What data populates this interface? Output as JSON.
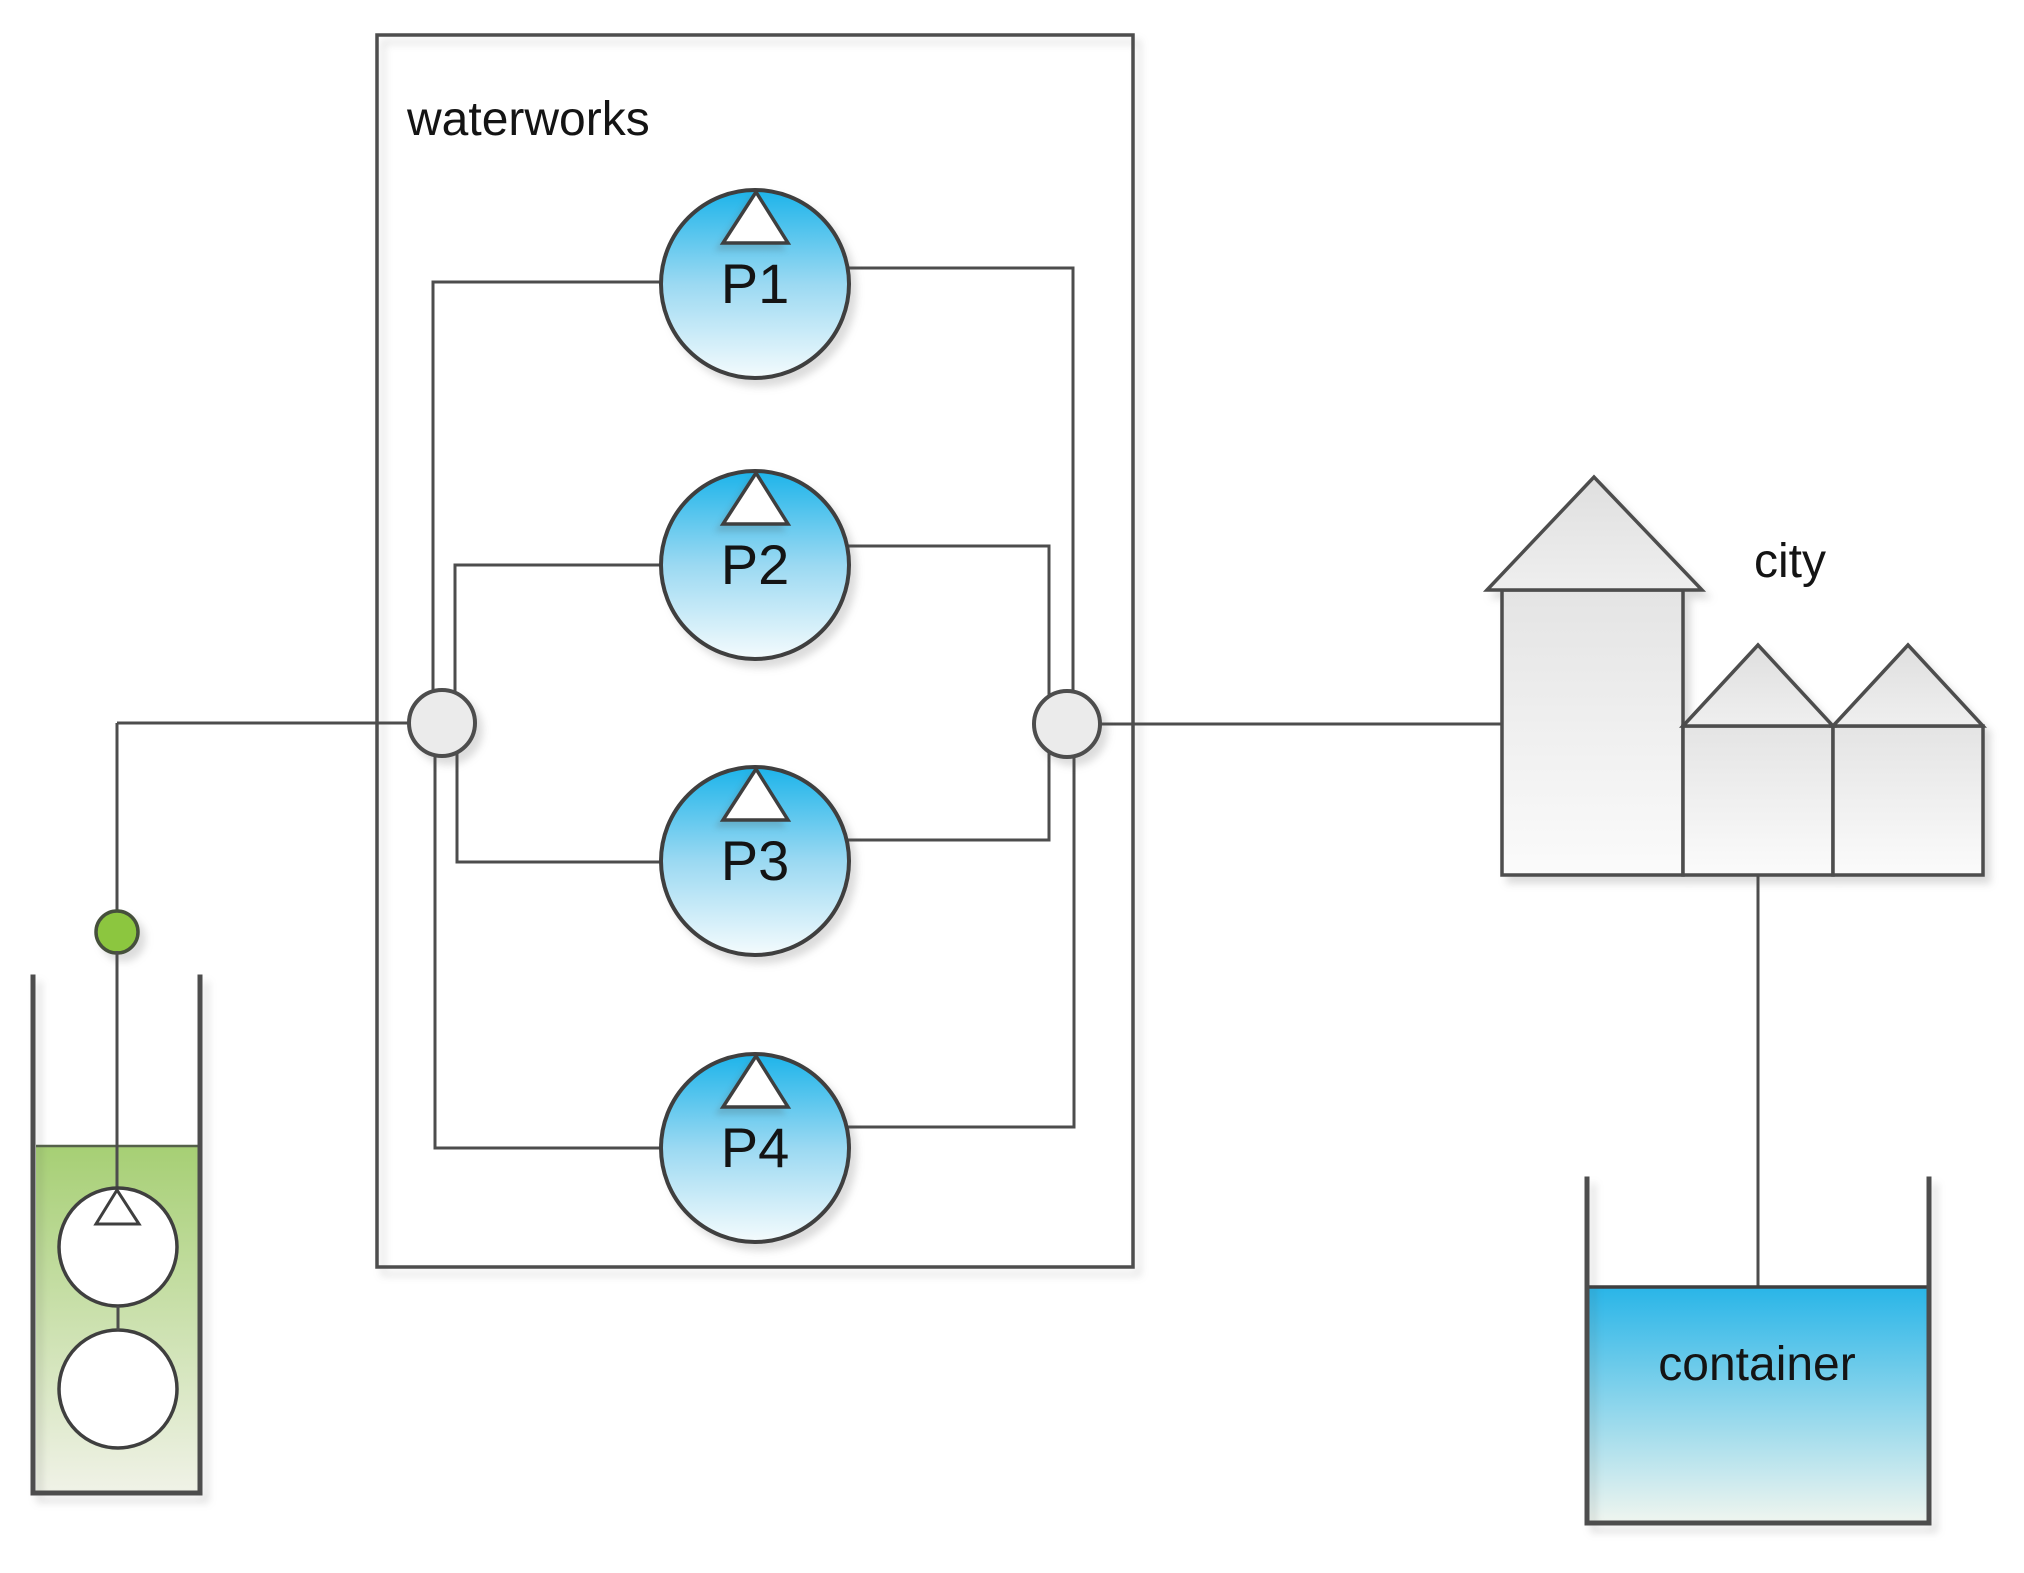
{
  "labels": {
    "waterworks": "waterworks",
    "city": "city",
    "container": "container"
  },
  "pumps": [
    {
      "label": "P1"
    },
    {
      "label": "P2"
    },
    {
      "label": "P3"
    },
    {
      "label": "P4"
    }
  ],
  "colors": {
    "pump_blue_top": "#1db4ea",
    "pump_blue_mid": "#9bd9f2",
    "pump_blue_bottom": "#f4fbfd",
    "container_water_top": "#29b5e8",
    "container_water_bottom": "#eff5ef",
    "well_water_top": "#a6cf74",
    "well_water_bottom": "#f0f2e7",
    "node_green": "#8cc63f",
    "junction_fill": "#ebebeb",
    "building_gray_top": "#e4e4e4",
    "building_gray_bottom": "#fbfbfb",
    "pipe_gray": "#4d4d4d"
  }
}
